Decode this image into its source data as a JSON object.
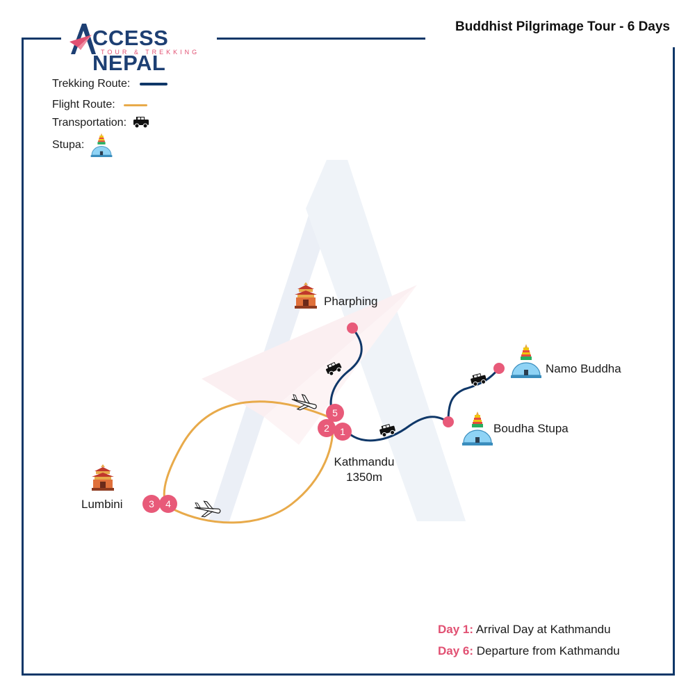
{
  "title": "Buddhist Pilgrimage Tour - 6 Days",
  "brand": {
    "name": "CCESS NEPAL",
    "tagline": "TOUR & TREKKING",
    "colors": {
      "navy": "#1d3f73",
      "pink": "#e15072"
    }
  },
  "legend": {
    "trekking": {
      "label": "Trekking Route:",
      "color": "#0f3768"
    },
    "flight": {
      "label": "Flight Route:",
      "color": "#e8aa4a"
    },
    "transport": {
      "label": "Transportation:",
      "icon": "jeep-icon"
    },
    "stupa": {
      "label": "Stupa:",
      "icon": "stupa-icon"
    }
  },
  "places": {
    "pharphing": {
      "label": "Pharphing",
      "icon": "temple-icon"
    },
    "namo_buddha": {
      "label": "Namo Buddha",
      "icon": "stupa-icon"
    },
    "boudha": {
      "label": "Boudha Stupa",
      "icon": "stupa-icon"
    },
    "kathmandu": {
      "label": "Kathmandu",
      "altitude": "1350m"
    },
    "lumbini": {
      "label": "Lumbini",
      "icon": "temple-icon"
    }
  },
  "stops": [
    "1",
    "2",
    "3",
    "4",
    "5"
  ],
  "notes": [
    {
      "day": "Day 1:",
      "text": "Arrival Day at Kathmandu"
    },
    {
      "day": "Day 6:",
      "text": "Departure from Kathmandu"
    }
  ],
  "colors": {
    "stop_marker": "#e85a79",
    "watermark": "#e9eef6"
  }
}
